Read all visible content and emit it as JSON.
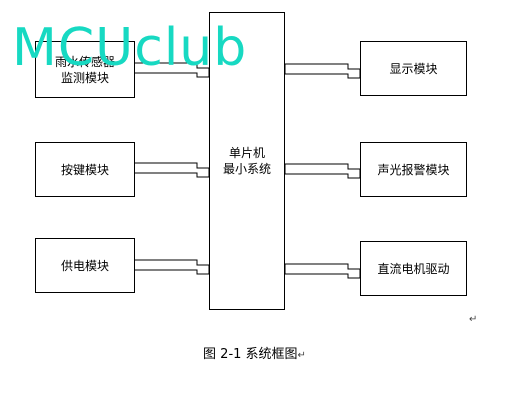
{
  "blocks": {
    "sensor": [
      "雨水传感器",
      "监测模块"
    ],
    "keys": [
      "按键模块"
    ],
    "power": [
      "供电模块"
    ],
    "mcu": [
      "单片机",
      "最小系统"
    ],
    "display": [
      "显示模块"
    ],
    "alarm": [
      "声光报警模块"
    ],
    "motor": [
      "直流电机驱动"
    ]
  },
  "watermark": "MCUclub",
  "caption": "图 2-1 系统框图",
  "pilcrow": "↵",
  "colors": {
    "watermark": "#17d9c2",
    "line": "#000000"
  }
}
